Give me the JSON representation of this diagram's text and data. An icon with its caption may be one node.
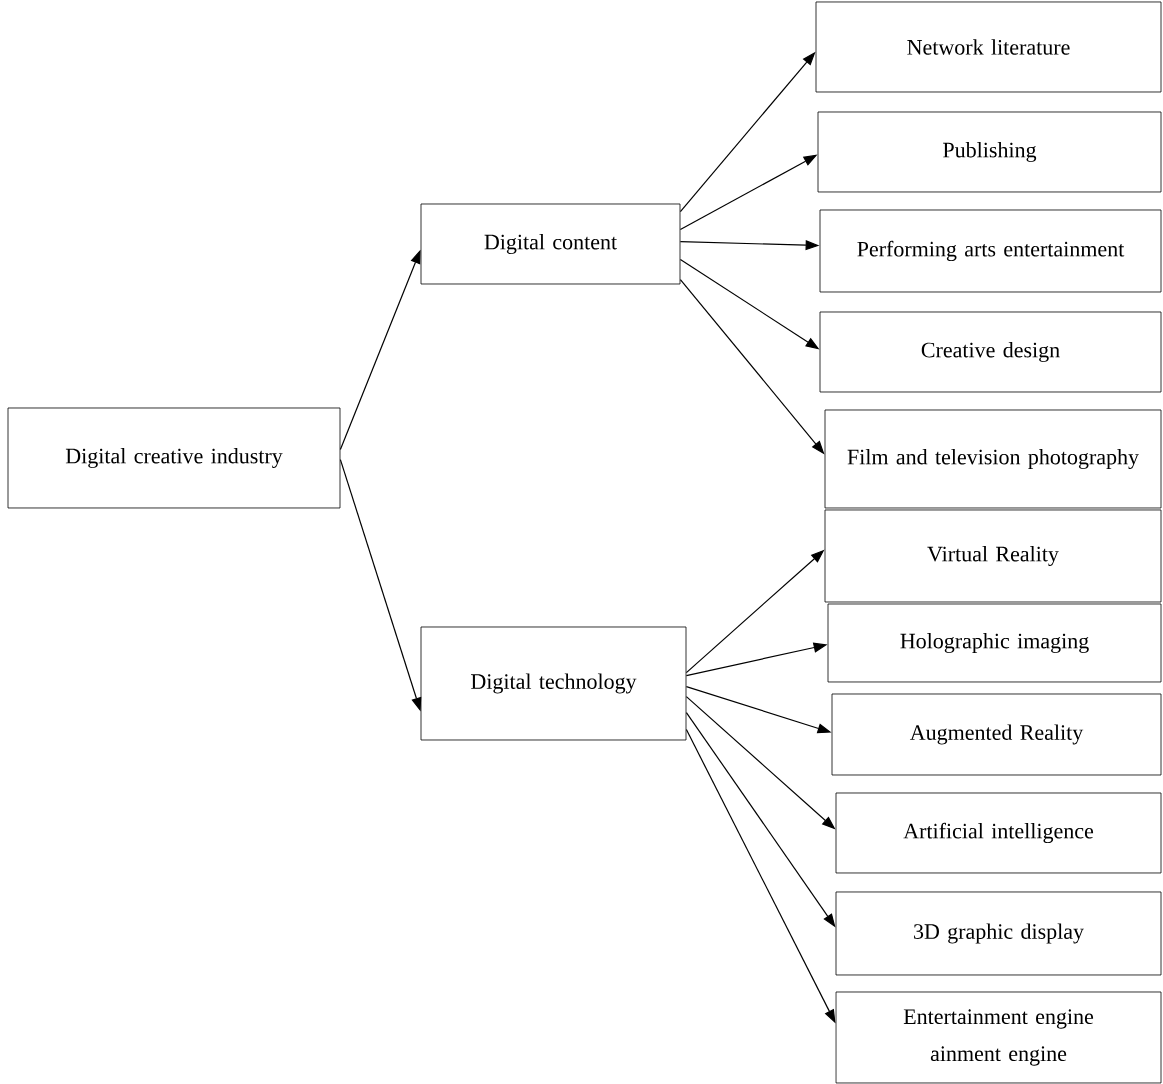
{
  "diagram": {
    "nodes": [
      {
        "text": [
          "Digital creative industry"
        ]
      },
      {
        "text": [
          "Digital content"
        ]
      },
      {
        "text": [
          "Digital technology"
        ]
      },
      {
        "text": [
          "Network literature"
        ]
      },
      {
        "text": [
          "Publishing"
        ]
      },
      {
        "text": [
          "Performing arts entertainment"
        ]
      },
      {
        "text": [
          "Creative design"
        ]
      },
      {
        "text": [
          "Film and television photography"
        ]
      },
      {
        "text": [
          "Virtual Reality"
        ]
      },
      {
        "text": [
          "Holographic imaging"
        ]
      },
      {
        "text": [
          "Augmented Reality"
        ]
      },
      {
        "text": [
          "Artificial intelligence"
        ]
      },
      {
        "text": [
          "3D graphic display"
        ]
      },
      {
        "text": [
          "Entertainment engine",
          "ainment engine"
        ]
      }
    ],
    "edges": [
      {
        "from": 0,
        "to": 1,
        "arrow": "to"
      },
      {
        "from": 0,
        "to": 2,
        "arrow": "to"
      },
      {
        "from": 1,
        "to": 3,
        "arrow": "to"
      },
      {
        "from": 1,
        "to": 4,
        "arrow": "to"
      },
      {
        "from": 1,
        "to": 5,
        "arrow": "to"
      },
      {
        "from": 1,
        "to": 6,
        "arrow": "to"
      },
      {
        "from": 1,
        "to": 7,
        "arrow": "to"
      },
      {
        "from": 2,
        "to": 8,
        "arrow": "to"
      },
      {
        "from": 2,
        "to": 9,
        "arrow": "to"
      },
      {
        "from": 2,
        "to": 10,
        "arrow": "to"
      },
      {
        "from": 2,
        "to": 11,
        "arrow": "to"
      },
      {
        "from": 2,
        "to": 12,
        "arrow": "to"
      },
      {
        "from": 2,
        "to": 13,
        "arrow": "to"
      }
    ]
  }
}
